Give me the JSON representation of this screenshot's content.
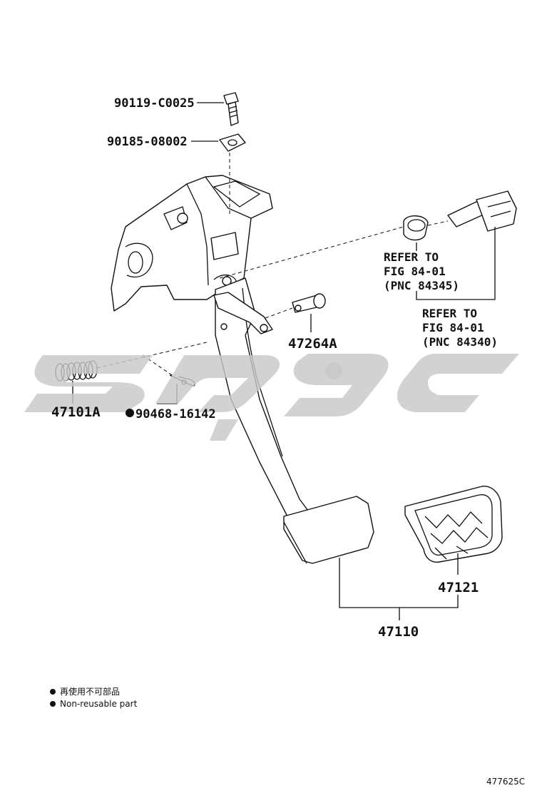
{
  "labels": {
    "bolt": "90119-C0025",
    "nut": "90185-08002",
    "pin": "47264A",
    "spring": "47101A",
    "clip": "90468-16142",
    "pedal_assy": "47110",
    "pad": "47121"
  },
  "refers": [
    {
      "line1": "REFER TO",
      "line2": "FIG 84-01",
      "line3": "(PNC 84345)"
    },
    {
      "line1": "REFER TO",
      "line2": "FIG 84-01",
      "line3": "(PNC 84340)"
    }
  ],
  "legend": {
    "line_cn": "再使用不可部品",
    "line_en": "Non-reusable part"
  },
  "figure_id": "477625C"
}
